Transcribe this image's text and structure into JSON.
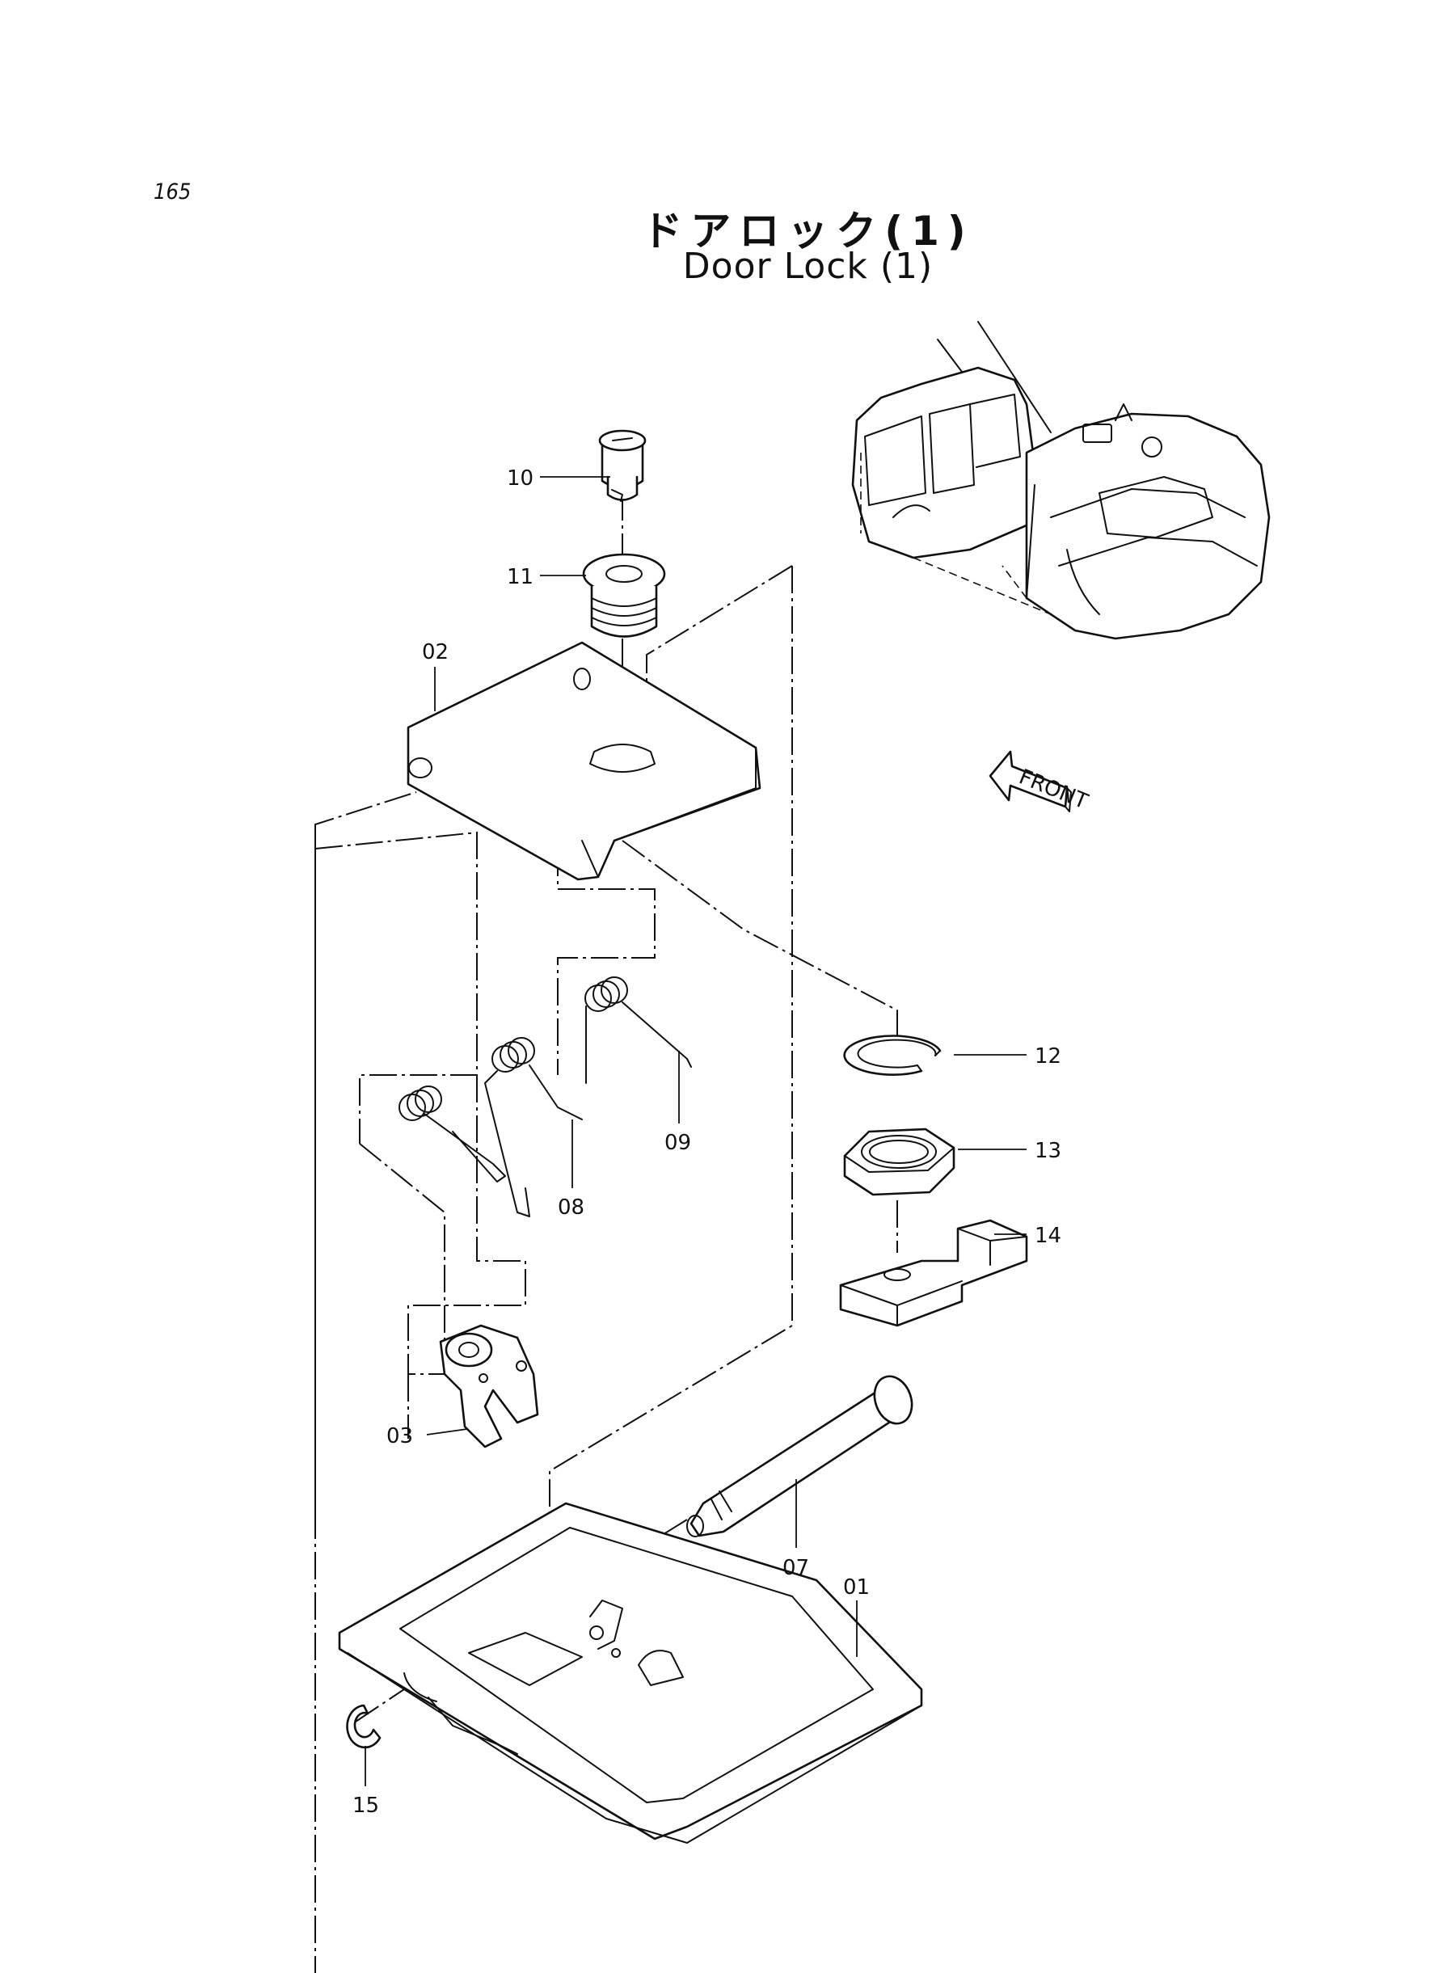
{
  "page": {
    "number": "165"
  },
  "title": {
    "japanese": "ドアロック(1)",
    "english": "Door Lock (1)"
  },
  "front_label": "FRONT",
  "callouts": [
    {
      "id": "01",
      "label": "01"
    },
    {
      "id": "02",
      "label": "02"
    },
    {
      "id": "03",
      "label": "03"
    },
    {
      "id": "07",
      "label": "07"
    },
    {
      "id": "08",
      "label": "08"
    },
    {
      "id": "09",
      "label": "09"
    },
    {
      "id": "10",
      "label": "10"
    },
    {
      "id": "11",
      "label": "11"
    },
    {
      "id": "12",
      "label": "12"
    },
    {
      "id": "13",
      "label": "13"
    },
    {
      "id": "14",
      "label": "14"
    },
    {
      "id": "15",
      "label": "15"
    }
  ]
}
